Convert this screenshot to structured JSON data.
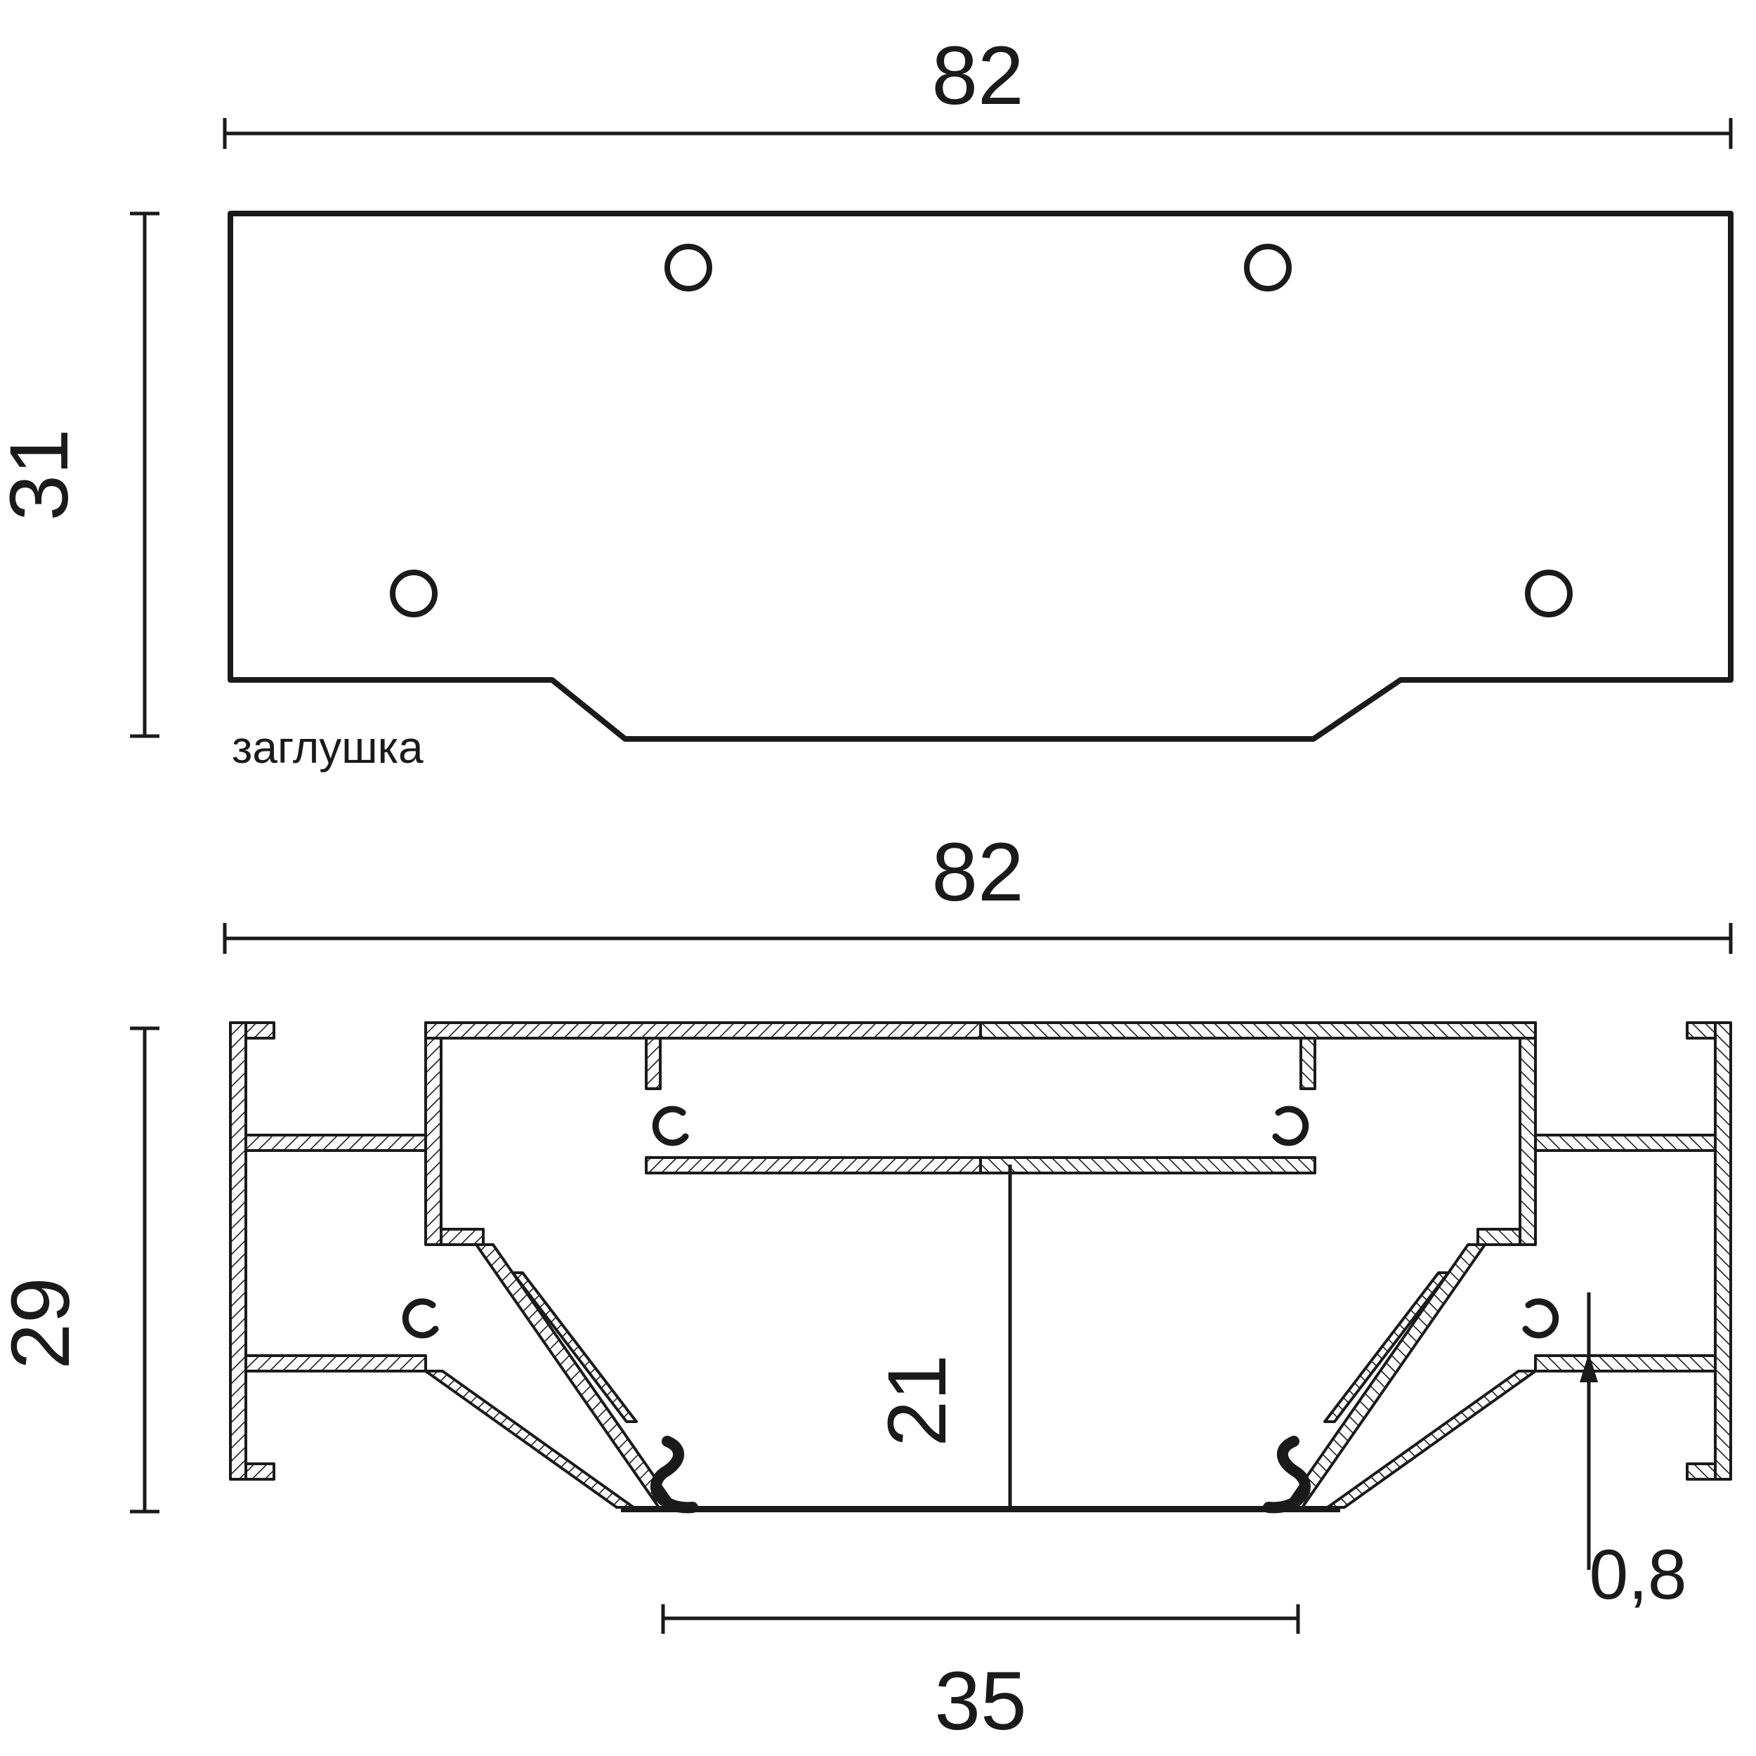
{
  "colors": {
    "ink": "#1a1a1a",
    "background": "#ffffff"
  },
  "top_view": {
    "width_label": "82",
    "height_label": "31",
    "caption": "заглушка"
  },
  "section_view": {
    "width_label": "82",
    "height_label": "29",
    "inner_height_label": "21",
    "thickness_label": "0,8",
    "opening_width_label": "35"
  }
}
